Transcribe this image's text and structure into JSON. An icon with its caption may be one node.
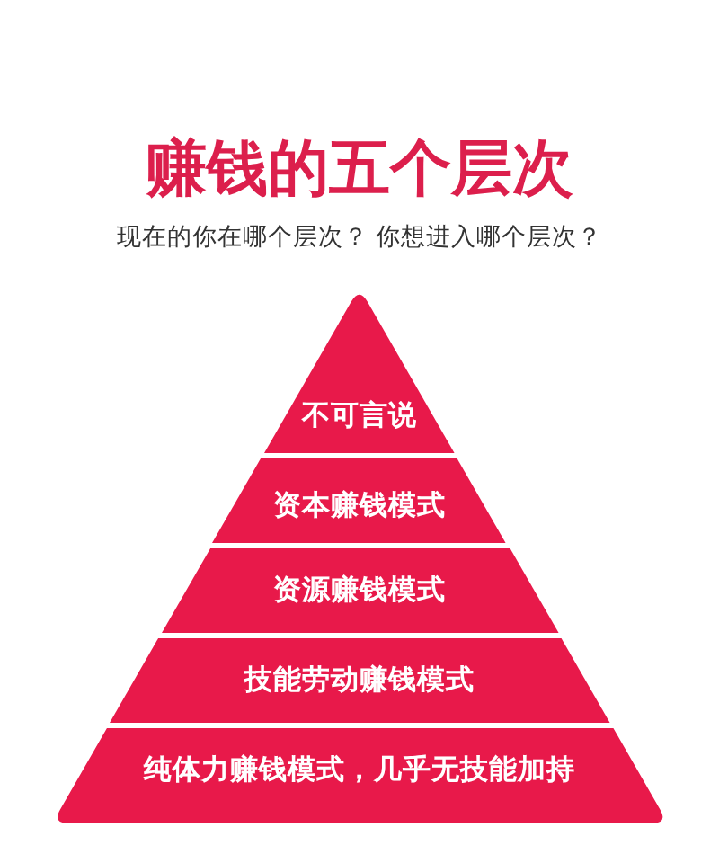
{
  "diagram": {
    "title": "赚钱的五个层次",
    "nodes": [
      {
        "text": [
          "不可言说"
        ]
      },
      {
        "text": [
          "资本赚钱模式"
        ]
      },
      {
        "text": [
          "资源赚钱模式"
        ]
      },
      {
        "text": [
          "技能劳动赚钱模式"
        ]
      },
      {
        "text": [
          "纯体力赚钱模式，几乎无技能加持"
        ]
      }
    ],
    "labels": [
      "现在的你在哪个层次？ 你想进入哪个层次？"
    ]
  }
}
